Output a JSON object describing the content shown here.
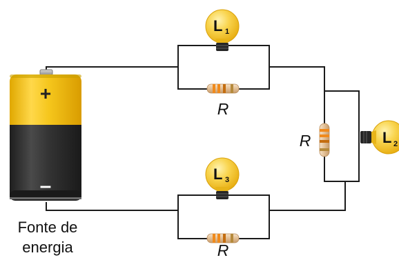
{
  "lamps": [
    {
      "letter": "L",
      "index": "1"
    },
    {
      "letter": "L",
      "index": "2"
    },
    {
      "letter": "L",
      "index": "3"
    }
  ],
  "resistors": [
    {
      "label": "R"
    },
    {
      "label": "R"
    },
    {
      "label": "R"
    }
  ],
  "battery": {
    "plus": "+",
    "minus": "–",
    "label_line1": "Fonte de",
    "label_line2": "energia"
  },
  "colors": {
    "bulb": "#f5c42c",
    "bulb_highlight": "#fde98a",
    "battery_top": "#f2c21a",
    "battery_bottom": "#2b2b2b",
    "resistor_body": "#e9c9a2",
    "wire": "#1a1a1a"
  }
}
